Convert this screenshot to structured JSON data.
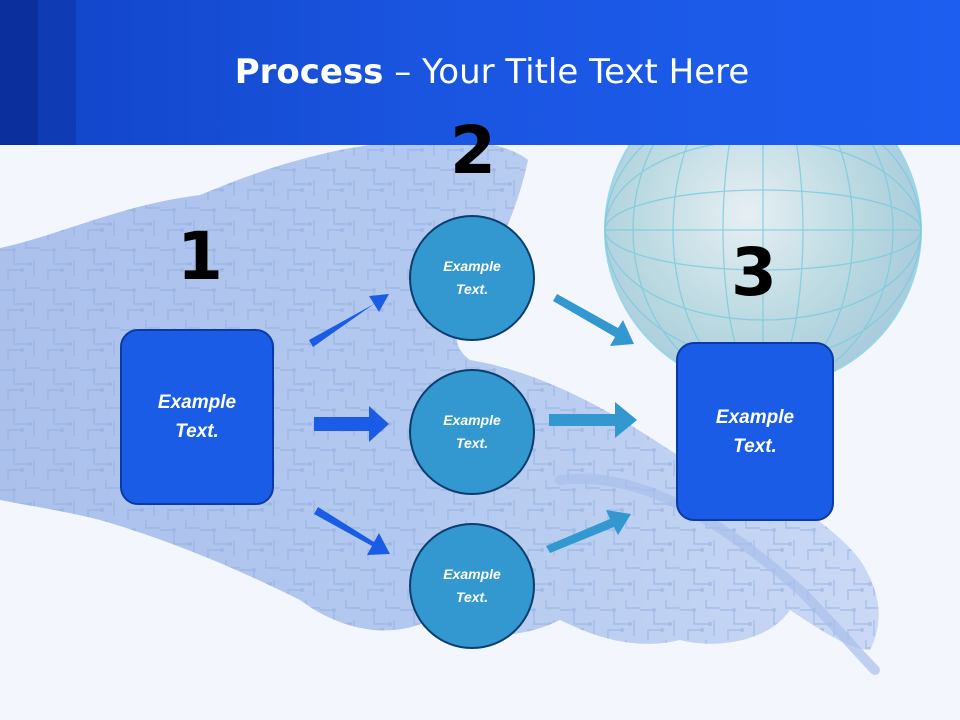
{
  "slide": {
    "title_bold": "Process",
    "title_rest": " – Your Title Text Here",
    "colors": {
      "header": "#1a55e0",
      "box": "#1a5ce6",
      "circle": "#3398d0",
      "arrow_left": "#1a5ce6",
      "arrow_right": "#3398d0"
    }
  },
  "steps": {
    "one": "1",
    "two": "2",
    "three": "3"
  },
  "nodes": {
    "left_box": "Example Text.",
    "circle_top": "Example Text.",
    "circle_middle": "Example Text.",
    "circle_bottom": "Example Text.",
    "right_box": "Example Text."
  }
}
